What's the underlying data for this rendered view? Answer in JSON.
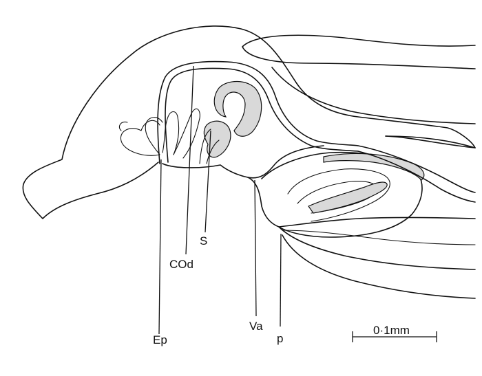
{
  "labels": {
    "ep": "Ep",
    "cod": "COd",
    "s": "S",
    "va": "Va",
    "p": "p"
  },
  "scale_bar": {
    "label": "0·1mm"
  },
  "colors": {
    "ink": "#111111",
    "stipple": "#d9d9d9",
    "background": "#ffffff"
  }
}
